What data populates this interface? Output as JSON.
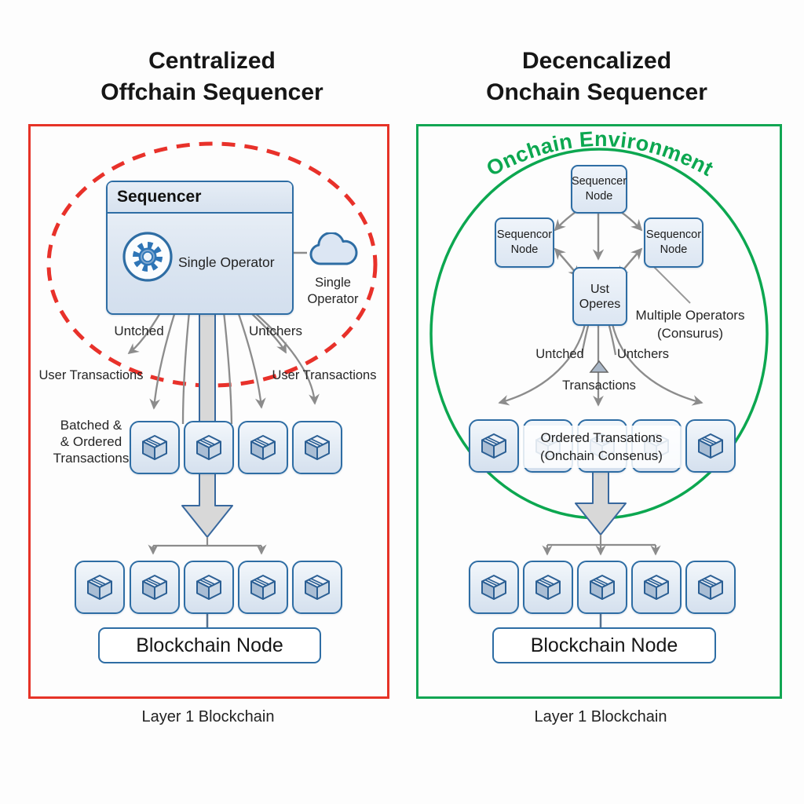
{
  "colors": {
    "red_accent": "#e63327",
    "green_accent": "#12a653",
    "box_border": "#2e6da4",
    "box_fill": "#dce6f2",
    "line_gray": "#8c8c8c"
  },
  "left_panel": {
    "title": {
      "line1": "Centralized",
      "line2": "Offchain Sequencer"
    },
    "sequencer": {
      "header": "Sequencer",
      "operator": "Single Operator"
    },
    "cloud": {
      "line1": "Single",
      "line2": "Operator"
    },
    "labels": {
      "untched": "Untched",
      "untchers": "Untchers",
      "user_tx_left": "User Transactions",
      "user_tx_right": "User Transactions",
      "batched1": "Batched &",
      "batched2": "& Ordered",
      "batched3": "Transactions"
    },
    "blockchain_node": "Blockchain Node",
    "footer": "Layer 1 Blockchain"
  },
  "right_panel": {
    "title": {
      "line1": "Decencalized",
      "line2": "Onchain Sequencer"
    },
    "environment": "Onchain Environment",
    "nodes": {
      "top1": "Sequencer",
      "top2": "Node",
      "left1": "Sequencor",
      "left2": "Node",
      "right1": "Sequencor",
      "right2": "Node",
      "center1": "Ust",
      "center2": "Operes"
    },
    "labels": {
      "multi_op1": "Multiple Operators",
      "multi_op2": "(Consurus)",
      "untched": "Untched",
      "untchers": "Untchers",
      "transactions": "Transactions",
      "ordered1": "Ordered Transations",
      "ordered2": "(Onchain Consenus)"
    },
    "blockchain_node": "Blockchain Node",
    "footer": "Layer 1 Blockchain"
  }
}
